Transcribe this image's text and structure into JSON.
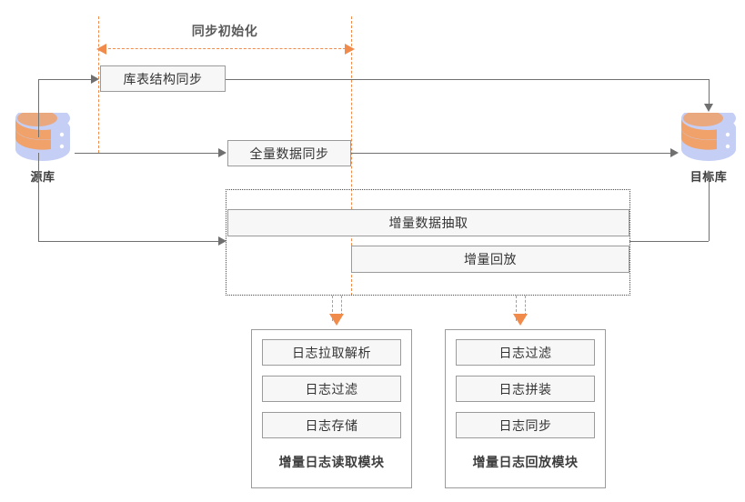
{
  "diagram": {
    "title_label": "同步初始化",
    "colors": {
      "accent_orange": "#f08b4b",
      "line_grey": "#707070",
      "box_fill": "#f7f7f7",
      "box_border": "#9b9b9b",
      "text_dark": "#333333",
      "db_top": "#f0a26a",
      "db_body": "#c5cef5"
    },
    "source_db": {
      "label": "源库",
      "icon": "database-icon"
    },
    "target_db": {
      "label": "目标库",
      "icon": "database-icon"
    },
    "stages": [
      {
        "id": "schema-sync",
        "label": "库表结构同步"
      },
      {
        "id": "full-data-sync",
        "label": "全量数据同步"
      },
      {
        "id": "incremental-extract",
        "label": "增量数据抽取"
      },
      {
        "id": "incremental-replay",
        "label": "增量回放"
      }
    ],
    "modules": [
      {
        "id": "log-read-module",
        "title": "增量日志读取模块",
        "items": [
          {
            "label": "日志拉取解析"
          },
          {
            "label": "日志过滤"
          },
          {
            "label": "日志存储"
          }
        ]
      },
      {
        "id": "log-replay-module",
        "title": "增量日志回放模块",
        "items": [
          {
            "label": "日志过滤"
          },
          {
            "label": "日志拼装"
          },
          {
            "label": "日志同步"
          }
        ]
      }
    ]
  }
}
